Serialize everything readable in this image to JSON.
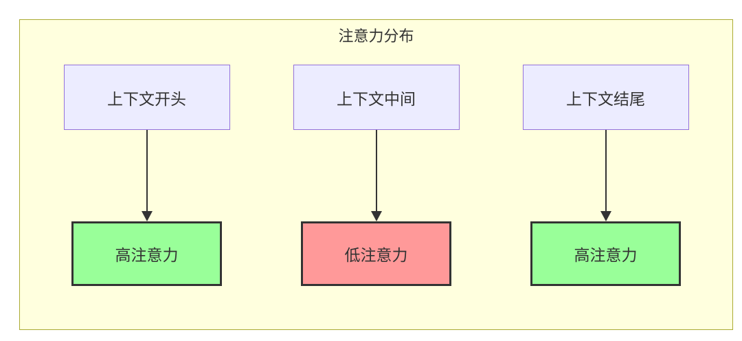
{
  "diagram": {
    "title": "注意力分布",
    "columns": [
      {
        "source_label": "上下文开头",
        "target_label": "高注意力",
        "level": "high"
      },
      {
        "source_label": "上下文中间",
        "target_label": "低注意力",
        "level": "low"
      },
      {
        "source_label": "上下文结尾",
        "target_label": "高注意力",
        "level": "high"
      }
    ],
    "colors": {
      "container_fill": "#ffffde",
      "container_border": "#aaaa33",
      "source_fill": "#ececff",
      "source_border": "#9370db",
      "high_attention_fill": "#99ff99",
      "low_attention_fill": "#ff9999",
      "target_border": "#333333",
      "arrow": "#333333",
      "text": "#333333"
    }
  }
}
